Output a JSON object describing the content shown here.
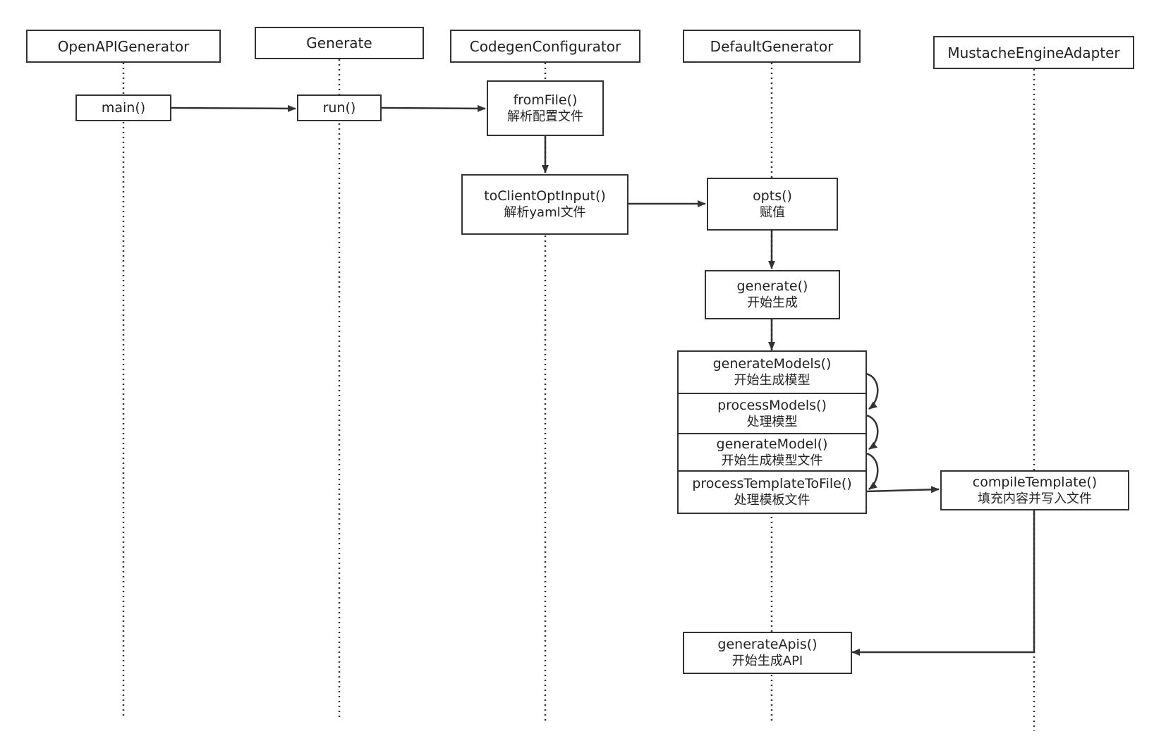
{
  "colors": {
    "stroke": "#333333",
    "text": "#222222",
    "background": "#ffffff"
  },
  "lanes": {
    "openapi_generator": "OpenAPIGenerator",
    "generate": "Generate",
    "codegen_configurator": "CodegenConfigurator",
    "default_generator": "DefaultGenerator",
    "mustache_engine_adapter": "MustacheEngineAdapter"
  },
  "steps": {
    "main": {
      "method": "main()"
    },
    "run": {
      "method": "run()"
    },
    "from_file": {
      "method": "fromFile()",
      "note": "解析配置文件"
    },
    "to_client_opt_input": {
      "method": "toClientOptInput()",
      "note": "解析yaml文件"
    },
    "opts": {
      "method": "opts()",
      "note": "赋值"
    },
    "generate": {
      "method": "generate()",
      "note": "开始生成"
    },
    "generate_models": {
      "method": "generateModels()",
      "note": "开始生成模型"
    },
    "process_models": {
      "method": "processModels()",
      "note": "处理模型"
    },
    "generate_model": {
      "method": "generateModel()",
      "note": "开始生成模型文件"
    },
    "process_template_to_file": {
      "method": "processTemplateToFile()",
      "note": "处理模板文件"
    },
    "compile_template": {
      "method": "compileTemplate()",
      "note": "填充内容并写入文件"
    },
    "generate_apis": {
      "method": "generateApis()",
      "note": "开始生成API"
    }
  }
}
